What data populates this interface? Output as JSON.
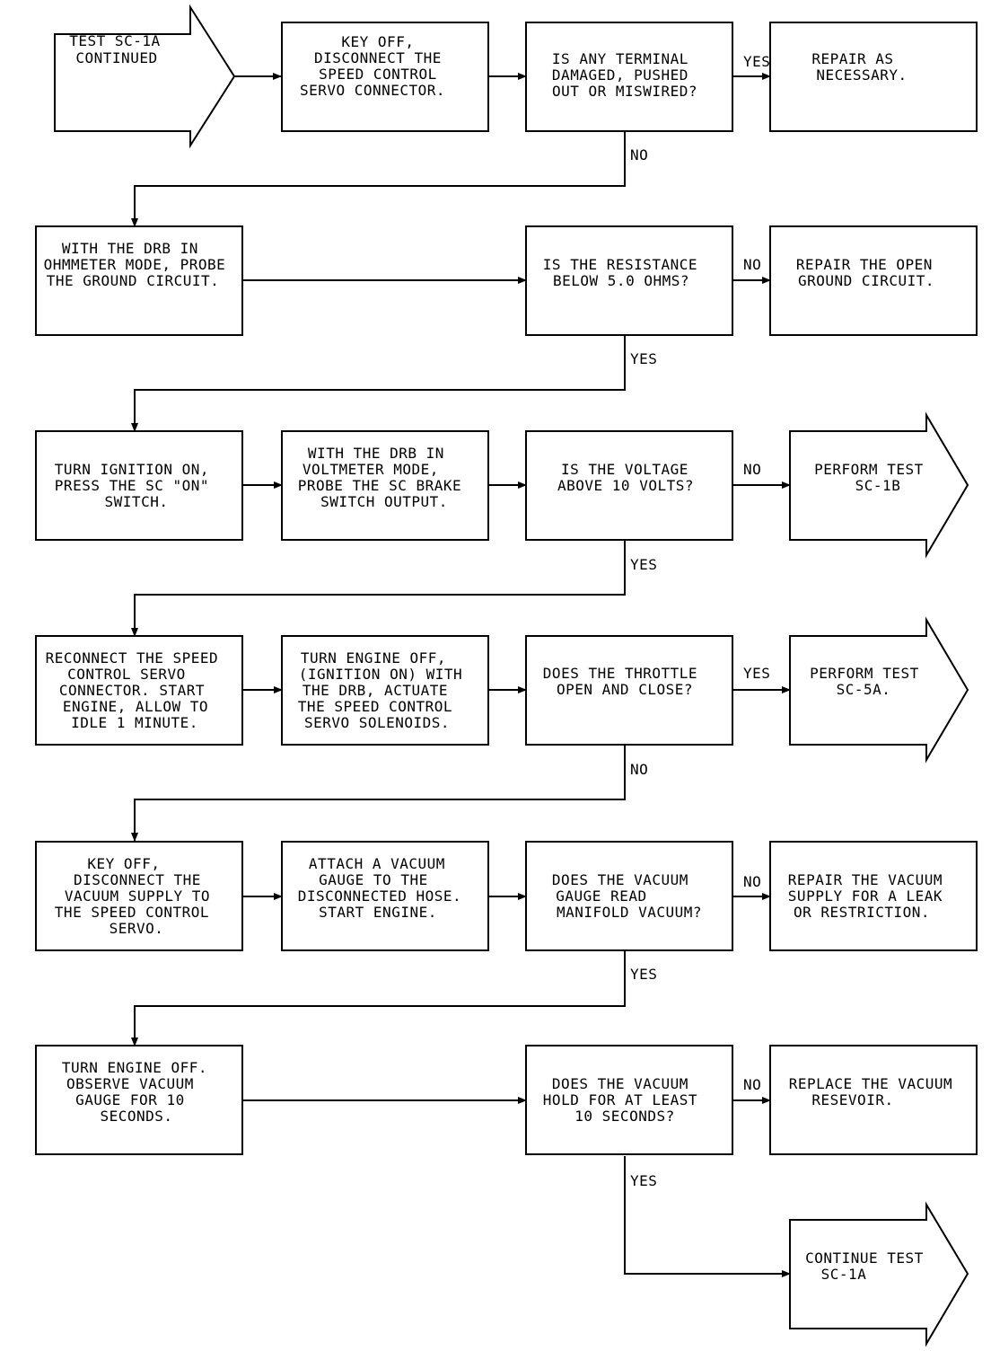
{
  "nodes": {
    "start": {
      "lines": [
        "TEST SC-1A",
        "CONTINUED"
      ]
    },
    "key_off_disconnect_servo": {
      "lines": [
        "KEY OFF,",
        "DISCONNECT THE",
        "SPEED CONTROL",
        "SERVO CONNECTOR."
      ]
    },
    "q_terminal_damaged": {
      "lines": [
        "IS ANY TERMINAL",
        "DAMAGED, PUSHED",
        "OUT OR MISWIRED?"
      ]
    },
    "repair_as_necessary": {
      "lines": [
        "REPAIR AS",
        "NECESSARY."
      ]
    },
    "probe_ground": {
      "lines": [
        "WITH THE DRB IN",
        "OHMMETER MODE, PROBE",
        "THE GROUND CIRCUIT."
      ]
    },
    "q_resistance": {
      "lines": [
        "IS THE RESISTANCE",
        "BELOW 5.0 OHMS?"
      ]
    },
    "repair_open_ground": {
      "lines": [
        "REPAIR THE OPEN",
        "GROUND CIRCUIT."
      ]
    },
    "ignition_on": {
      "lines": [
        "TURN IGNITION ON,",
        "PRESS THE SC \"ON\"",
        "SWITCH."
      ]
    },
    "probe_brake_switch": {
      "lines": [
        "WITH THE DRB IN",
        "VOLTMETER MODE,",
        "PROBE THE SC BRAKE",
        "SWITCH OUTPUT."
      ]
    },
    "q_voltage": {
      "lines": [
        "IS THE VOLTAGE",
        "ABOVE 10 VOLTS?"
      ]
    },
    "perform_sc1b": {
      "lines": [
        "PERFORM TEST",
        "SC-1B"
      ]
    },
    "reconnect_servo": {
      "lines": [
        "RECONNECT THE SPEED",
        "CONTROL SERVO",
        "CONNECTOR. START",
        "ENGINE, ALLOW TO",
        "IDLE 1 MINUTE."
      ]
    },
    "actuate_solenoids": {
      "lines": [
        "TURN ENGINE OFF,",
        "(IGNITION ON) WITH",
        "THE DRB, ACTUATE",
        "THE SPEED CONTROL",
        "SERVO SOLENOIDS."
      ]
    },
    "q_throttle": {
      "lines": [
        "DOES THE THROTTLE",
        "OPEN AND CLOSE?"
      ]
    },
    "perform_sc5a": {
      "lines": [
        "PERFORM TEST",
        "SC-5A."
      ]
    },
    "key_off_vacuum": {
      "lines": [
        "KEY OFF,",
        "DISCONNECT THE",
        "VACUUM SUPPLY TO",
        "THE SPEED CONTROL",
        "SERVO."
      ]
    },
    "attach_gauge": {
      "lines": [
        "ATTACH A VACUUM",
        "GAUGE TO THE",
        "DISCONNECTED HOSE.",
        "START ENGINE."
      ]
    },
    "q_vacuum_read": {
      "lines": [
        "DOES THE VACUUM",
        "GAUGE READ",
        "MANIFOLD VACUUM?"
      ]
    },
    "repair_vacuum_supply": {
      "lines": [
        "REPAIR THE VACUUM",
        "SUPPLY FOR A LEAK",
        "OR RESTRICTION."
      ]
    },
    "observe_gauge": {
      "lines": [
        "TURN ENGINE OFF.",
        "OBSERVE VACUUM",
        "GAUGE FOR 10",
        "SECONDS."
      ]
    },
    "q_vacuum_hold": {
      "lines": [
        "DOES THE VACUUM",
        "HOLD FOR AT LEAST",
        "10 SECONDS?"
      ]
    },
    "replace_reservoir": {
      "lines": [
        "REPLACE THE VACUUM",
        "RESEVOIR."
      ]
    },
    "continue_sc1a": {
      "lines": [
        "CONTINUE TEST",
        "SC-1A"
      ]
    }
  },
  "edge_labels": {
    "terminal_yes": "YES",
    "terminal_no": "NO",
    "resistance_no": "NO",
    "resistance_yes": "YES",
    "voltage_no": "NO",
    "voltage_yes": "YES",
    "throttle_yes": "YES",
    "throttle_no": "NO",
    "vacuum_read_no": "NO",
    "vacuum_read_yes": "YES",
    "vacuum_hold_no": "NO",
    "vacuum_hold_yes": "YES"
  }
}
